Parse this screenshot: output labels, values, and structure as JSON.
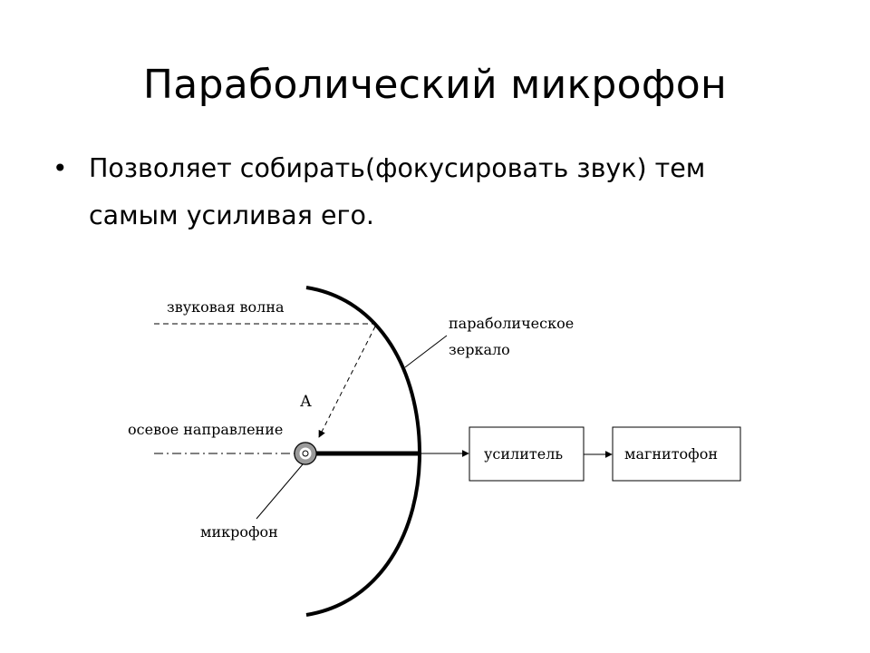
{
  "slide": {
    "title": "Параболический микрофон",
    "bullets": [
      {
        "marker": "•",
        "line1": "Позволяет собирать(фокусировать звук) тем",
        "line2": "самым усиливая его."
      }
    ]
  },
  "diagram": {
    "labels": {
      "sound_wave": "звуковая волна",
      "mirror_line1": "параболическое",
      "mirror_line2": "зеркало",
      "point_a": "А",
      "axis": "осевое направление",
      "microphone": "микрофон",
      "amplifier": "усилитель",
      "recorder": "магнитофон"
    }
  }
}
